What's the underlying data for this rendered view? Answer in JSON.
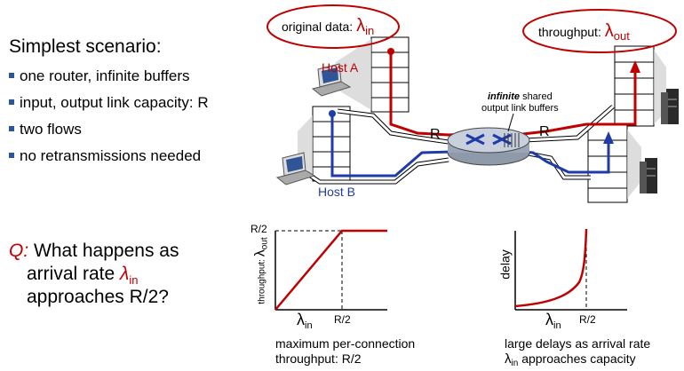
{
  "left": {
    "title": "Simplest scenario:",
    "bullets": [
      "one router, infinite buffers",
      "input, output link capacity: R",
      "two flows",
      "no retransmissions needed"
    ],
    "question_q": "Q:",
    "question_line1": "What happens as",
    "question_line2a": "arrival rate",
    "lambda": "λ",
    "sub_in": "in",
    "question_line3": "approaches R/2?"
  },
  "diagram": {
    "original_data_label": "original data:",
    "throughput_label": "throughput:",
    "sub_out": "out",
    "host_a": "Host A",
    "host_b": "Host B",
    "router_label_left": "R",
    "router_label_right": "R",
    "buffers_bold": "infinite",
    "buffers_rest": "shared",
    "buffers_line2": "output link buffers"
  },
  "charts": {
    "left_ylabel": "throughput:",
    "left_ytick": "R/2",
    "left_xtick": "R/2",
    "left_caption1": "maximum per-connection",
    "left_caption2": "throughput: R/2",
    "right_ylabel": "delay",
    "right_xtick": "R/2",
    "right_caption1": "large delays as arrival rate",
    "right_caption2": "approaches capacity"
  },
  "colors": {
    "red": "#c00000",
    "blue": "#1f3ba8",
    "bullet": "#2f5597"
  }
}
